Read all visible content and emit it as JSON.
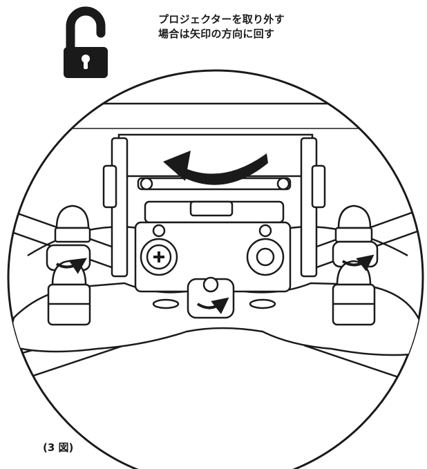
{
  "instruction": {
    "line1": "プロジェクターを取り外す",
    "line2": "場合は矢印の方向に回す"
  },
  "caption": "(3 図)",
  "icons": {
    "lock": "unlocked-padlock-icon",
    "rotation": "curved-arrow-icon"
  },
  "colors": {
    "ink": "#1a1a1a",
    "background": "#ffffff"
  }
}
